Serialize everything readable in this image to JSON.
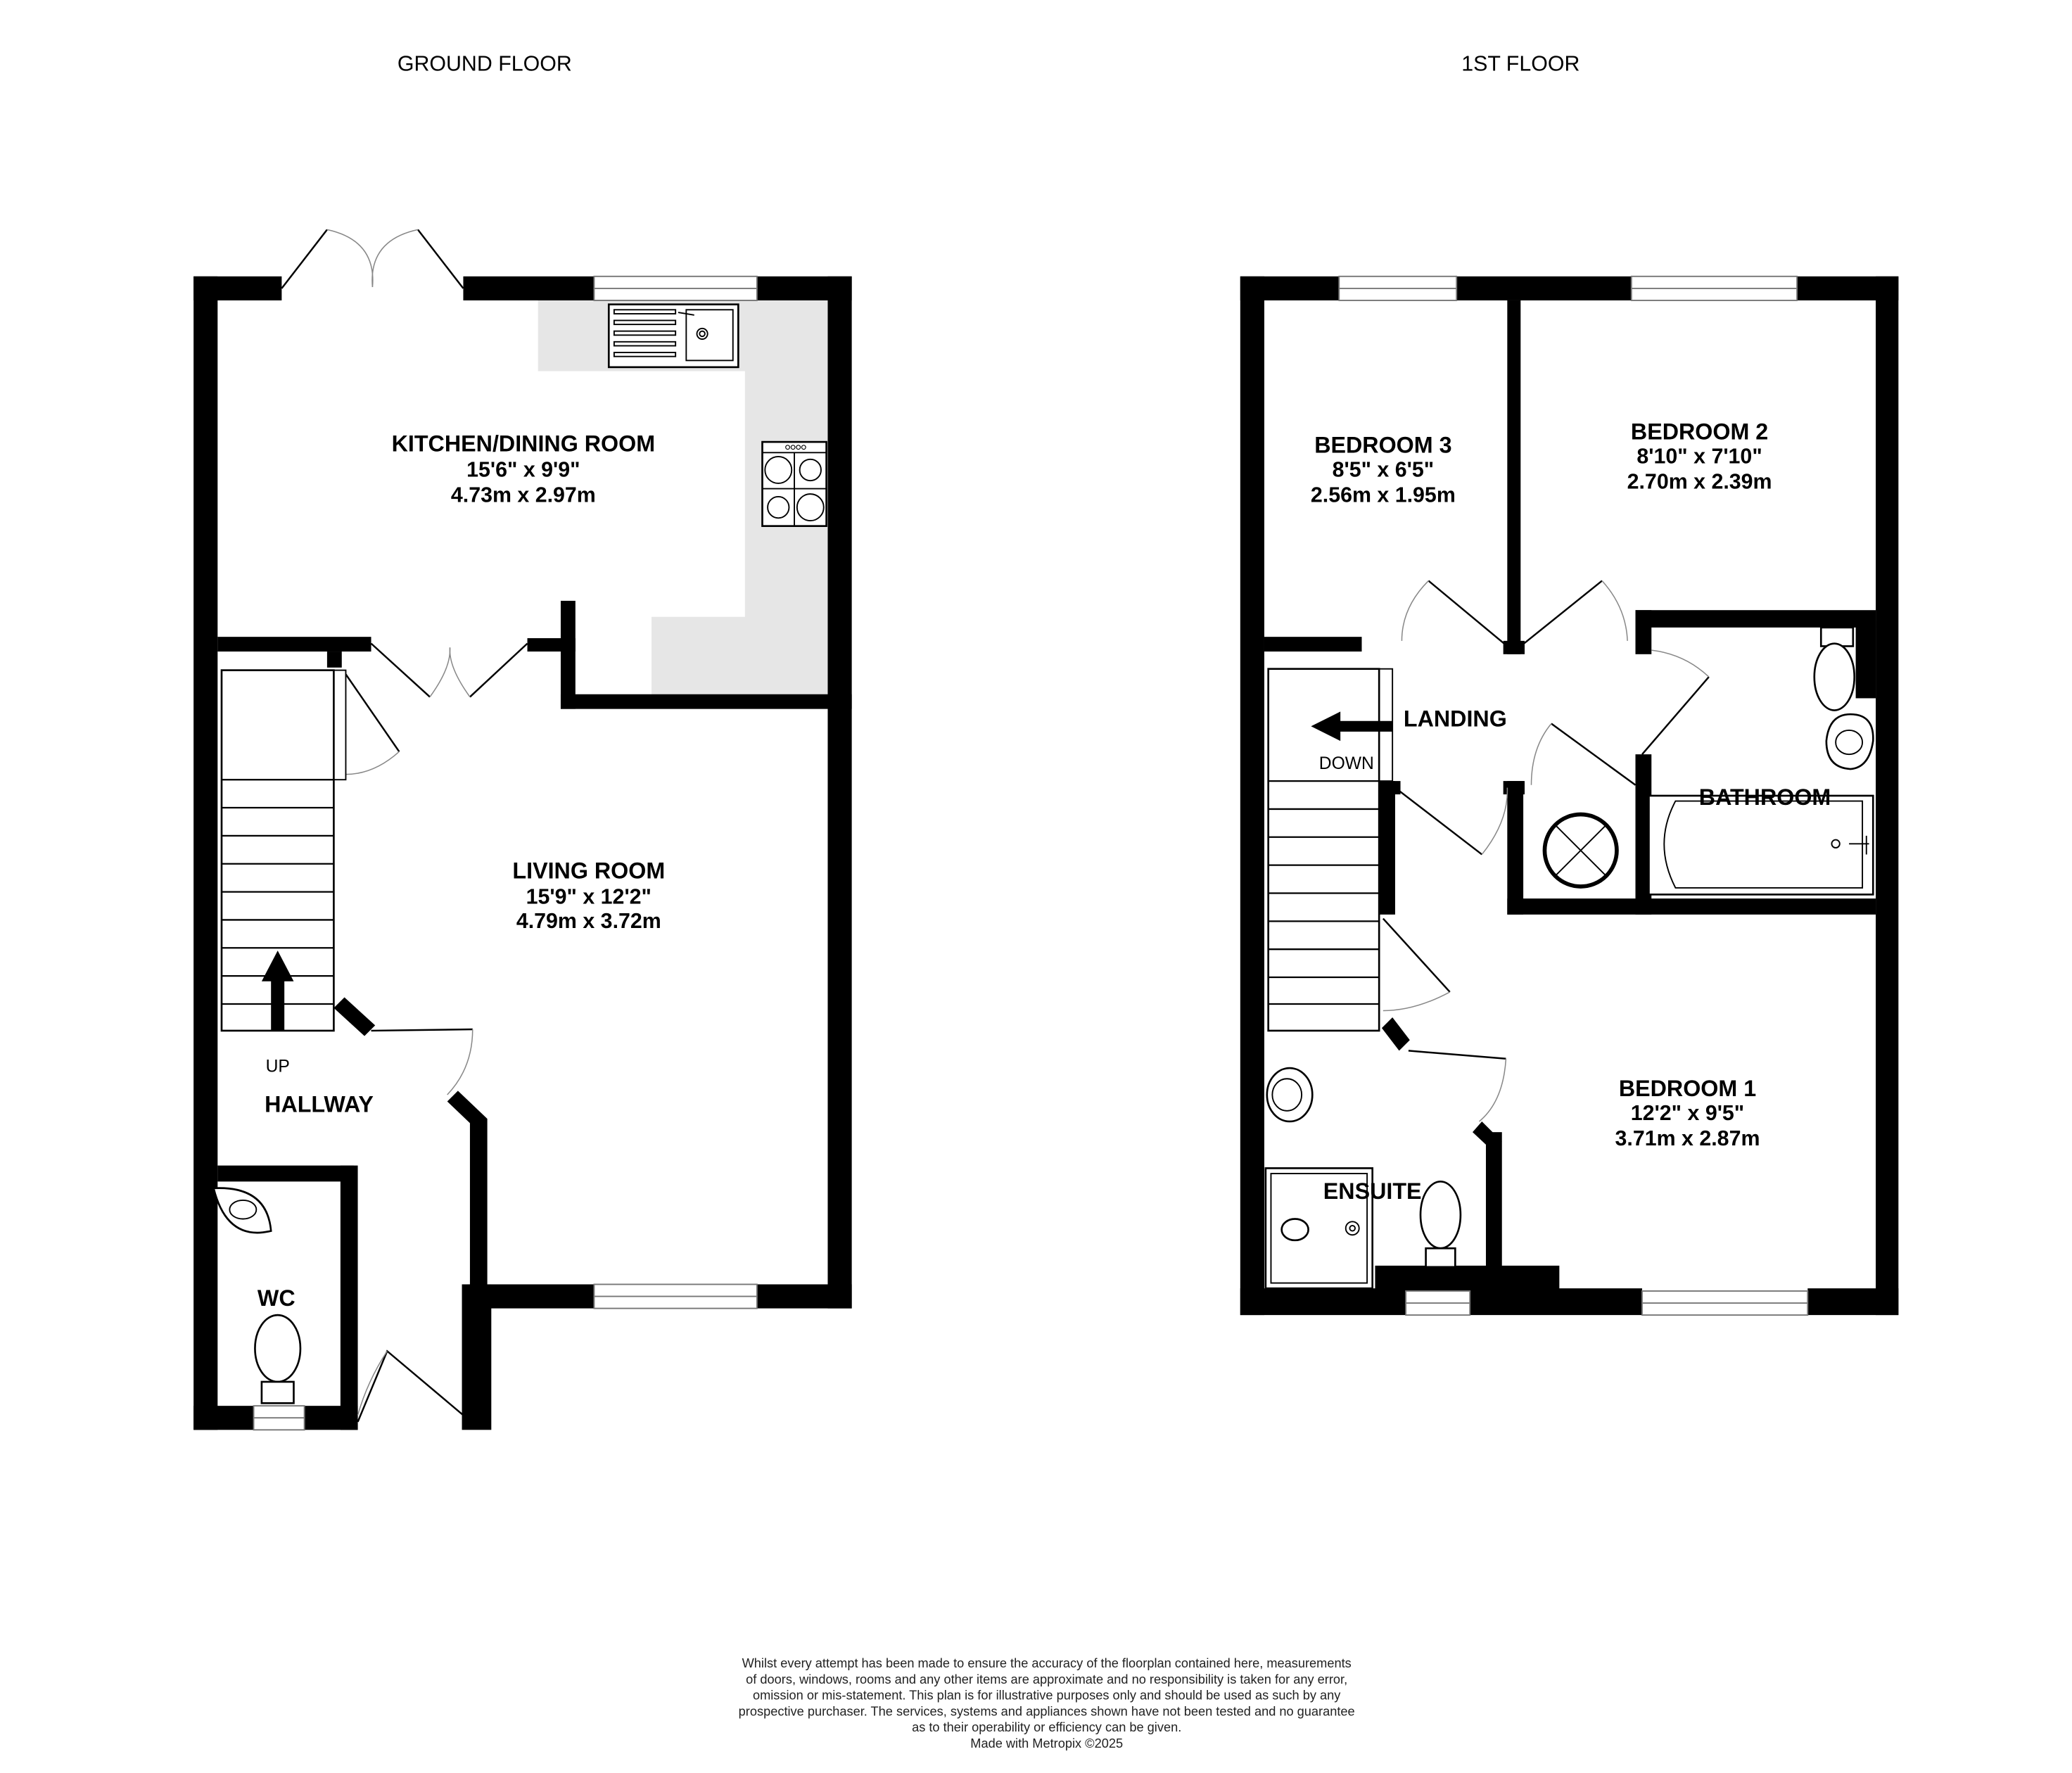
{
  "floors": [
    {
      "title": "GROUND FLOOR",
      "rooms": [
        {
          "name": "KITCHEN/DINING ROOM",
          "imperial": "15'6\"  x 9'9\"",
          "metric": "4.73m  x 2.97m"
        },
        {
          "name": "LIVING ROOM",
          "imperial": "15'9\"  x 12'2\"",
          "metric": "4.79m  x 3.72m"
        },
        {
          "name": "HALLWAY"
        },
        {
          "name": "WC"
        }
      ],
      "stairs_label": "UP"
    },
    {
      "title": "1ST FLOOR",
      "rooms": [
        {
          "name": "BEDROOM 3",
          "imperial": "8'5\"  x 6'5\"",
          "metric": "2.56m  x 1.95m"
        },
        {
          "name": "BEDROOM 2",
          "imperial": "8'10\"  x 7'10\"",
          "metric": "2.70m  x 2.39m"
        },
        {
          "name": "LANDING"
        },
        {
          "name": "BATHROOM"
        },
        {
          "name": "BEDROOM 1",
          "imperial": "12'2\"  x 9'5\"",
          "metric": "3.71m  x 2.87m"
        },
        {
          "name": "ENSUITE"
        }
      ],
      "stairs_label": "DOWN"
    }
  ],
  "colors": {
    "walls": "#000000",
    "worktop": "#e6e6e6"
  },
  "disclaimer": [
    "Whilst every attempt has been made to ensure the accuracy of the floorplan contained here, measurements",
    "of doors, windows, rooms and any other items are approximate and no responsibility is taken for any error,",
    "omission or mis-statement. This plan is for illustrative purposes only and should be used as such by any",
    "prospective purchaser. The services, systems and appliances shown have not been tested and no guarantee",
    "as to their operability or efficiency can be given."
  ],
  "credit": "Made with Metropix ©2025"
}
